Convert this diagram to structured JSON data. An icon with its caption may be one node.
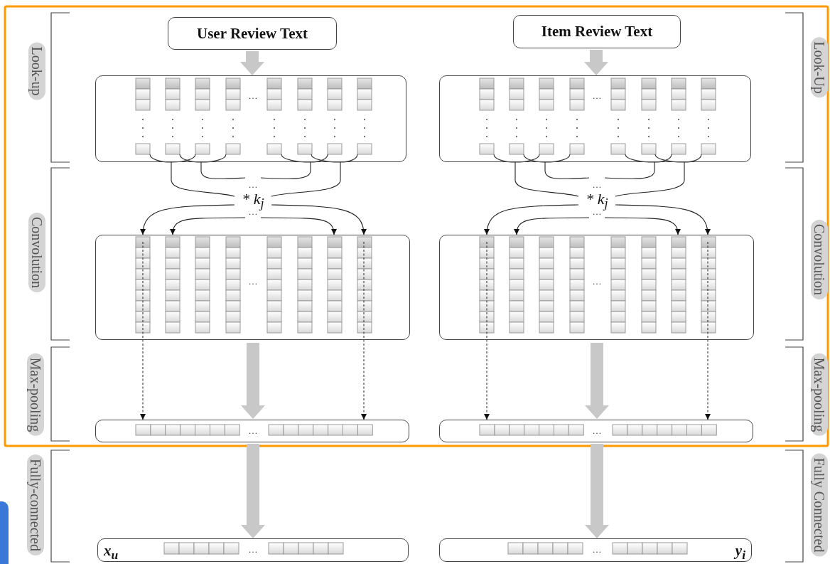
{
  "diagram": {
    "nodes": [
      {
        "text": [
          "User Review Text"
        ]
      },
      {
        "text": [
          "Item Review Text"
        ]
      },
      {
        "text": [
          "…"
        ]
      },
      {
        "text": [
          "…"
        ]
      },
      {
        "text": [
          "…",
          "* k$_{j}$",
          "…"
        ]
      },
      {
        "text": [
          "…",
          "* k$_{j}$",
          "…"
        ]
      },
      {
        "text": [
          "…"
        ]
      },
      {
        "text": [
          "…"
        ]
      },
      {
        "text": [
          "…"
        ]
      },
      {
        "text": [
          "…"
        ]
      },
      {
        "text": [
          "x$_{u}$",
          "…"
        ]
      },
      {
        "text": [
          "…",
          "y$_{i}$"
        ]
      }
    ],
    "edges": [
      {
        "from": 0,
        "to": 2,
        "arrow": "to",
        "style": "thick",
        "color": "#c8c8c8"
      },
      {
        "from": 2,
        "to": 4,
        "arrow": "none"
      },
      {
        "from": 2,
        "to": 4,
        "arrow": "none"
      },
      {
        "from": 2,
        "to": 4,
        "arrow": "none"
      },
      {
        "from": 2,
        "to": 4,
        "arrow": "none"
      },
      {
        "from": 4,
        "to": 6,
        "arrow": "to"
      },
      {
        "from": 4,
        "to": 6,
        "arrow": "to"
      },
      {
        "from": 4,
        "to": 6,
        "arrow": "to"
      },
      {
        "from": 4,
        "to": 6,
        "arrow": "to"
      },
      {
        "from": 6,
        "to": 8,
        "arrow": "to",
        "style": "dashed"
      },
      {
        "from": 6,
        "to": 8,
        "arrow": "to",
        "style": "dashed"
      },
      {
        "from": 6,
        "to": 8,
        "arrow": "to",
        "style": "thick",
        "color": "#c8c8c8"
      },
      {
        "from": 8,
        "to": 10,
        "arrow": "to",
        "style": "thick",
        "color": "#c8c8c8"
      },
      {
        "from": 1,
        "to": 3,
        "arrow": "to",
        "style": "thick",
        "color": "#c8c8c8"
      },
      {
        "from": 3,
        "to": 5,
        "arrow": "none"
      },
      {
        "from": 3,
        "to": 5,
        "arrow": "none"
      },
      {
        "from": 3,
        "to": 5,
        "arrow": "none"
      },
      {
        "from": 3,
        "to": 5,
        "arrow": "none"
      },
      {
        "from": 5,
        "to": 7,
        "arrow": "to"
      },
      {
        "from": 5,
        "to": 7,
        "arrow": "to"
      },
      {
        "from": 5,
        "to": 7,
        "arrow": "to"
      },
      {
        "from": 5,
        "to": 7,
        "arrow": "to"
      },
      {
        "from": 7,
        "to": 9,
        "arrow": "to",
        "style": "dashed"
      },
      {
        "from": 7,
        "to": 9,
        "arrow": "to",
        "style": "dashed"
      },
      {
        "from": 7,
        "to": 9,
        "arrow": "to",
        "style": "thick",
        "color": "#c8c8c8"
      },
      {
        "from": 9,
        "to": 11,
        "arrow": "to",
        "style": "thick",
        "color": "#c8c8c8"
      }
    ],
    "labels": [
      "Look-up",
      "Look-Up",
      "Convolution",
      "Convolution",
      "Max-pooling",
      "Max-pooling",
      "Fully-connected",
      "Fully Connected"
    ]
  }
}
